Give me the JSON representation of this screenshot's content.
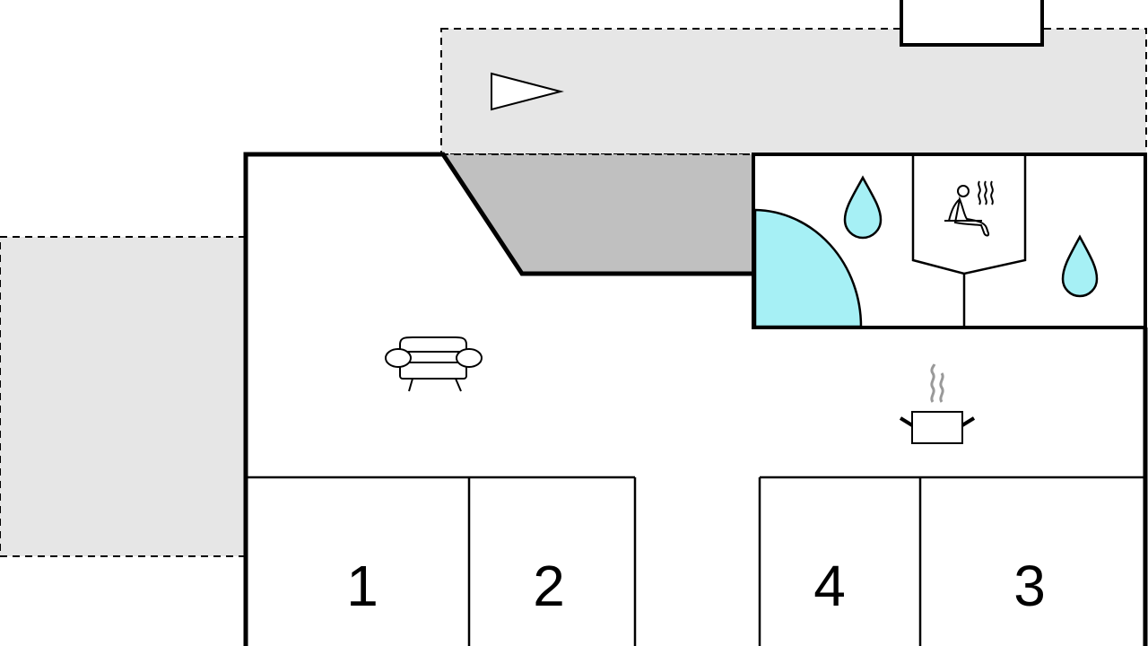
{
  "rooms": {
    "bedroom_1": "1",
    "bedroom_2": "2",
    "bedroom_4": "4",
    "bedroom_3": "3"
  },
  "icons": [
    "terrace-arrow-icon",
    "sofa-icon",
    "cooking-pot-icon",
    "sauna-icon",
    "water-drop-icon",
    "shower-door-icon"
  ],
  "colors": {
    "terrace": "#e6e6e6",
    "covered": "#c0c0c0",
    "water": "#a6f0f5",
    "wall": "#000000"
  }
}
